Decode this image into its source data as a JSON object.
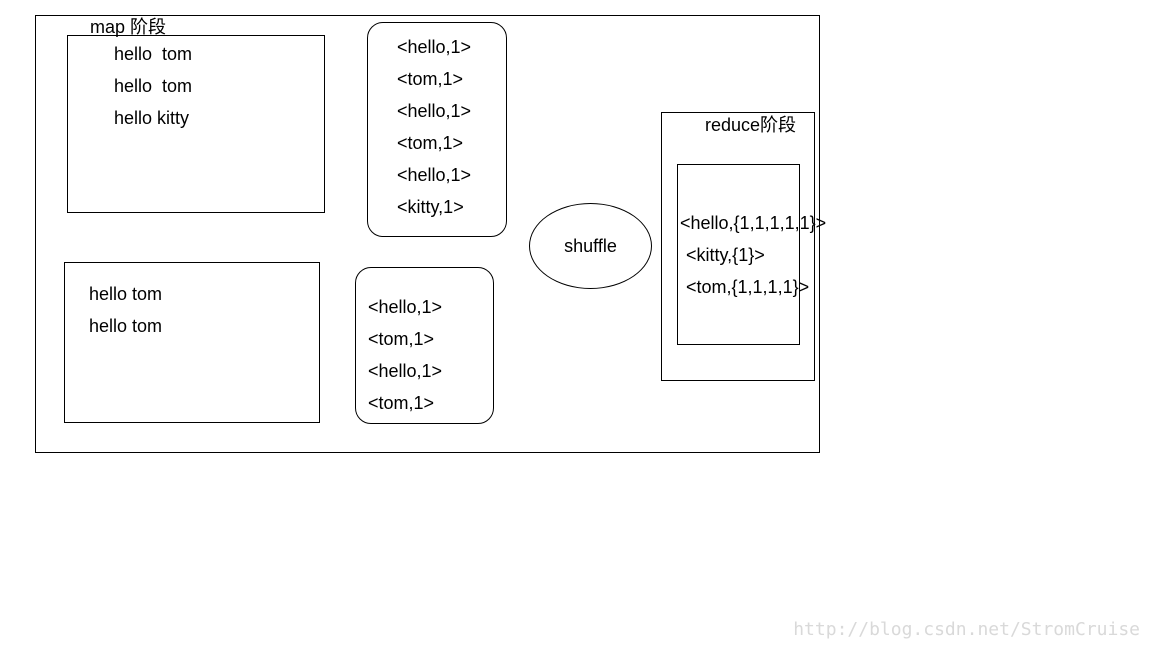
{
  "map_stage_title": "map 阶段",
  "input_split_1": [
    "hello  tom",
    "hello  tom",
    "hello kitty"
  ],
  "map_output_1": [
    "<hello,1>",
    "<tom,1>",
    "<hello,1>",
    "<tom,1>",
    "<hello,1>",
    "<kitty,1>"
  ],
  "input_split_2": [
    "hello tom",
    "hello tom"
  ],
  "map_output_2": [
    "<hello,1>",
    "<tom,1>",
    "<hello,1>",
    "<tom,1>"
  ],
  "shuffle_label": "shuffle",
  "reduce_stage_title": "reduce阶段",
  "reduce_input": [
    "<hello,{1,1,1,1,1}>",
    "<kitty,{1}>",
    "<tom,{1,1,1,1}>"
  ],
  "watermark": "http://blog.csdn.net/StromCruise"
}
